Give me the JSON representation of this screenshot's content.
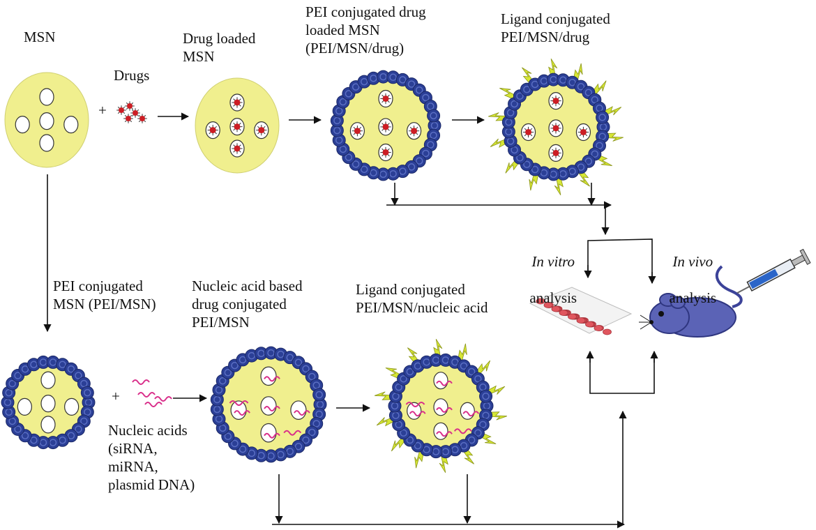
{
  "labels": {
    "msn": "MSN",
    "drugs": "Drugs",
    "drug_loaded_msn": "Drug loaded\nMSN",
    "pei_drug_msn": "PEI conjugated drug\nloaded MSN\n(PEI/MSN/drug)",
    "ligand_pei_msn_drug": "Ligand conjugated\nPEI/MSN/drug",
    "pei_msn": "PEI conjugated\nMSN (PEI/MSN)",
    "nucleic_acid_drug_msn": "Nucleic acid based\ndrug conjugated\nPEI/MSN",
    "ligand_pei_msn_na": "Ligand conjugated\nPEI/MSN/nucleic acid",
    "nucleic_acids": "Nucleic acids\n(siRNA,\nmiRNA,\nplasmid DNA)",
    "in_vitro_italic": "In vitro",
    "in_vitro_plain": "analysis",
    "in_vivo_italic": "In vivo",
    "in_vivo_plain": "analysis",
    "plus": "+"
  },
  "colors": {
    "core": "#f0ef8e",
    "pei_ring": "#2b3f96",
    "pei_ring_light": "#5b6fc4",
    "ligand": "#d6e635",
    "drug": "#cc1d24",
    "nucleic_acid": "#d92e8a",
    "mouse": "#5b63b6",
    "well_plate": "#e0565e"
  },
  "icons": [
    "msn-particle",
    "drug-molecule",
    "pei-chain",
    "ligand-bolt",
    "nucleic-acid-strand",
    "well-plate",
    "mouse",
    "syringe"
  ]
}
